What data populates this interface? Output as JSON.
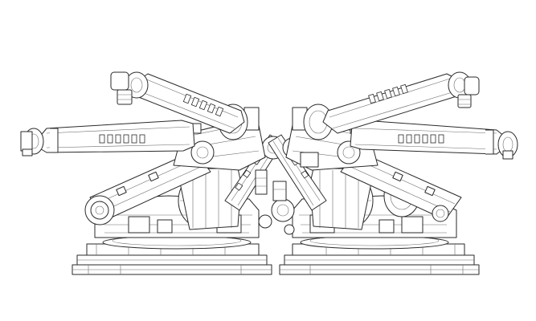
{
  "image": {
    "background": "#ffffff",
    "line_color": "#2a2a2a",
    "style": "wireframe line drawing",
    "robots": [
      {
        "name": "left-robot",
        "facing": "left"
      },
      {
        "name": "right-robot",
        "facing": "right"
      }
    ]
  }
}
